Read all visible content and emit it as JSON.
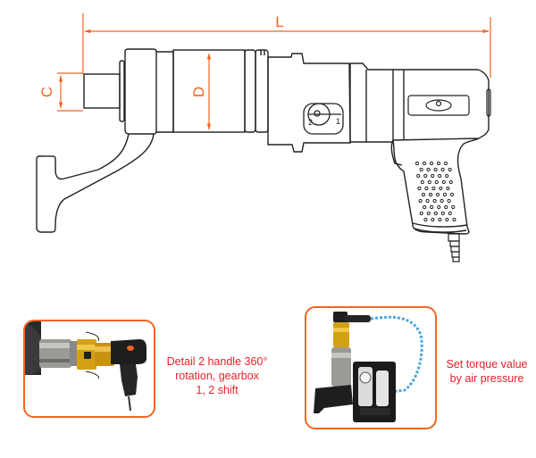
{
  "diagram": {
    "subject": "Pneumatic torque wrench with reaction arm",
    "dimension_labels": {
      "length": "L",
      "square_drive": "C",
      "body_diameter": "D"
    },
    "gearbox_markings": [
      "1",
      "2"
    ],
    "colors": {
      "dimension_lines": "#f26522",
      "outline": "#222222",
      "panel_border": "#f26522",
      "caption_text": "#e8202a"
    }
  },
  "features": [
    {
      "id": "handle-rotation",
      "caption_lines": [
        "Detail 2 handle 360°",
        "rotation, gearbox",
        "1, 2 shift"
      ]
    },
    {
      "id": "air-pressure",
      "caption_lines": [
        "Set torque value",
        "by air pressure"
      ]
    }
  ]
}
